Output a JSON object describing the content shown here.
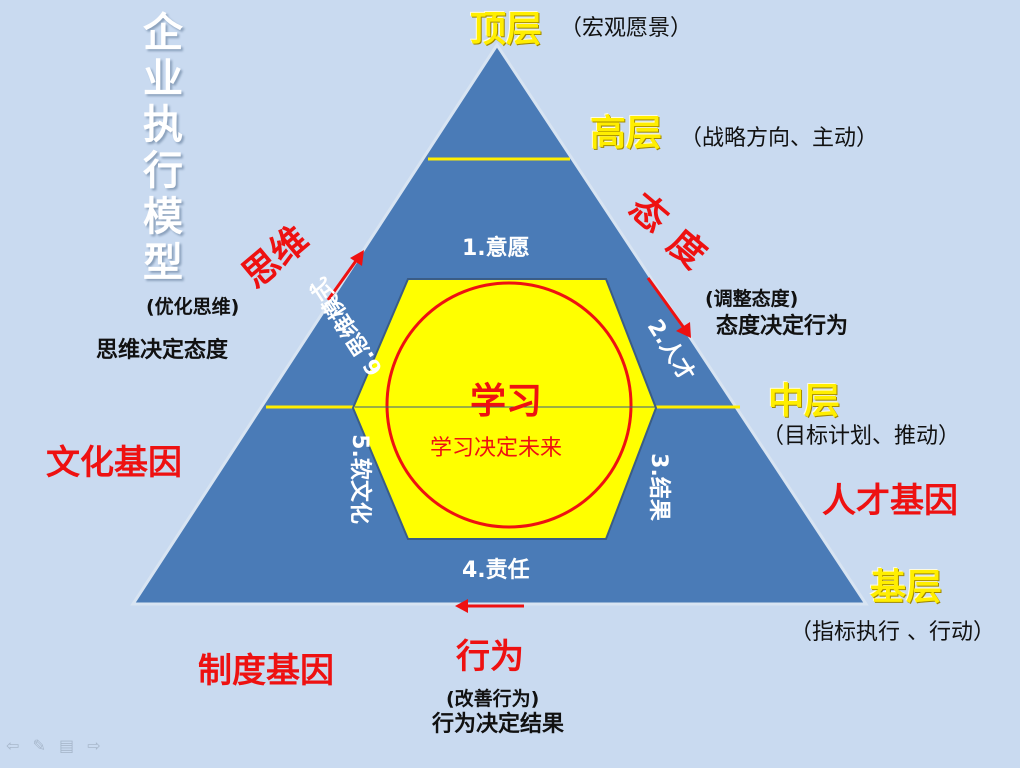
{
  "title_chars": [
    "企",
    "业",
    "执",
    "行",
    "模",
    "型"
  ],
  "levels": {
    "top": {
      "name": "顶层",
      "desc": "（宏观愿景）"
    },
    "high": {
      "name": "高层",
      "desc": "（战略方向、主动）"
    },
    "middle": {
      "name": "中层",
      "desc": "（目标计划、推动）"
    },
    "base": {
      "name": "基层",
      "desc": "（指标执行 、行动）"
    }
  },
  "attitude": {
    "label1": "态",
    "label2": "度",
    "sub": "(调整态度)",
    "rule": "态度决定行为"
  },
  "thinking": {
    "label": "思维",
    "sub": "(优化思维)",
    "rule": "思维决定态度"
  },
  "behavior": {
    "label": "行为",
    "sub": "(改善行为)",
    "rule": "行为决定结果"
  },
  "genes": {
    "culture": "文化基因",
    "talent": "人才基因",
    "system": "制度基因"
  },
  "triangle_items": {
    "willing": "1.意愿",
    "talent": "2.人才",
    "result": "3.结果",
    "responsibility": "4.责任",
    "soft_culture": "5.软文化",
    "thinking_mode": "6.思维模式"
  },
  "center": {
    "title": "学习",
    "subtitle": "学习决定未来"
  },
  "colors": {
    "triangle": "#4a7bb7",
    "hexagon": "#ffff00",
    "circle": "#ee1111",
    "divider": "#ffee00"
  },
  "nav_icons": [
    "back-icon",
    "pen-icon",
    "menu-icon",
    "forward-icon"
  ]
}
